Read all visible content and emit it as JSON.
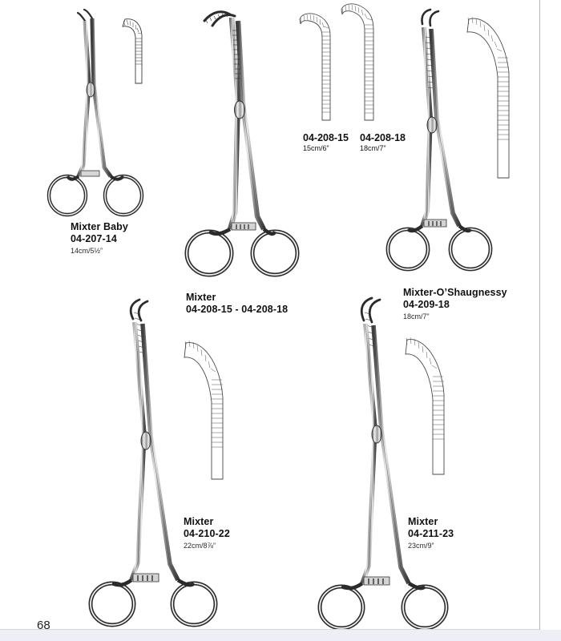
{
  "page": {
    "number": "68",
    "background_color": "#ffffff",
    "ink_color": "#111111",
    "rule_color": "#b9b9bd",
    "band_color": "#eeeef6"
  },
  "items": [
    {
      "id": "mixter-baby",
      "name": "Mixter Baby",
      "code": "04-207-14",
      "size": "14cm/5½”",
      "jaw_detail": "curved-serrated-jaw-detail"
    },
    {
      "id": "mixter",
      "name": "Mixter",
      "code": "04-208-15 - 04-208-18",
      "size": "",
      "jaw_detail": "right-angle-serrated-jaw-detail"
    },
    {
      "id": "mixter-oshaugnessy",
      "name": "Mixter-O’Shaugnessy",
      "code": "04-209-18",
      "size": "18cm/7”",
      "jaw_detail": "long-curved-serrated-jaw-detail"
    },
    {
      "id": "mixter-22",
      "name": "Mixter",
      "code": "04-210-22",
      "size": "22cm/8⅞”",
      "jaw_detail": "curved-serrated-jaw-detail"
    },
    {
      "id": "mixter-23",
      "name": "Mixter",
      "code": "04-211-23",
      "size": "23cm/9”",
      "jaw_detail": "curved-serrated-jaw-detail"
    }
  ],
  "jaw_pair": {
    "left": {
      "code": "04-208-15",
      "size": "15cm/6”"
    },
    "right": {
      "code": "04-208-18",
      "size": "18cm/7”"
    }
  }
}
